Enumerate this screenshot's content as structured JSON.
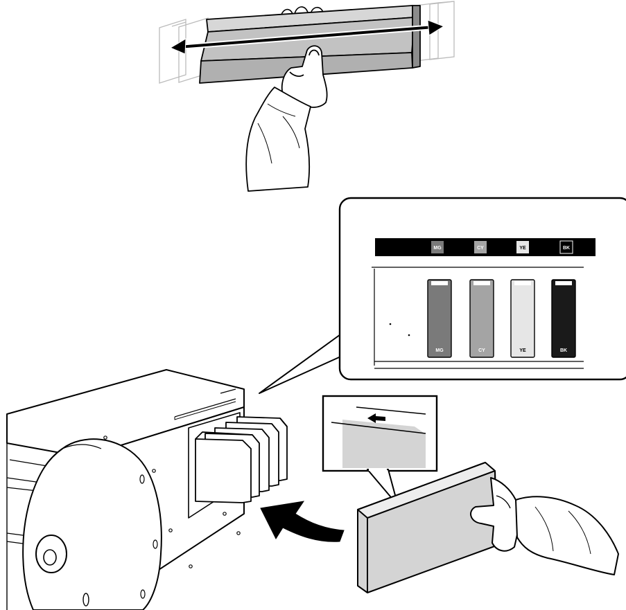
{
  "slot_strip": {
    "labels": [
      "MG",
      "CY",
      "YE",
      "BK"
    ],
    "text_colors": [
      "#ffffff",
      "#ffffff",
      "#000000",
      "#ffffff"
    ],
    "fill_colors": [
      "#7a7a7a",
      "#a4a4a4",
      "#e6e6e6",
      "#1a1a1a"
    ]
  },
  "cartridges": {
    "labels": [
      "MG",
      "CY",
      "YE",
      "BK"
    ],
    "fill_colors": [
      "#7a7a7a",
      "#a4a4a4",
      "#e6e6e6",
      "#1a1a1a"
    ],
    "text_colors": [
      "#ffffff",
      "#ffffff",
      "#000000",
      "#ffffff"
    ]
  },
  "colors": {
    "outline": "#000000",
    "cartridge_gray": "#bdbdbd",
    "ghost_line": "#bbbbbb",
    "insert_face": "#d4d4d4"
  },
  "icons": [
    "shake-arrow-icon",
    "insert-arrow-icon",
    "direction-arrow-icon"
  ]
}
